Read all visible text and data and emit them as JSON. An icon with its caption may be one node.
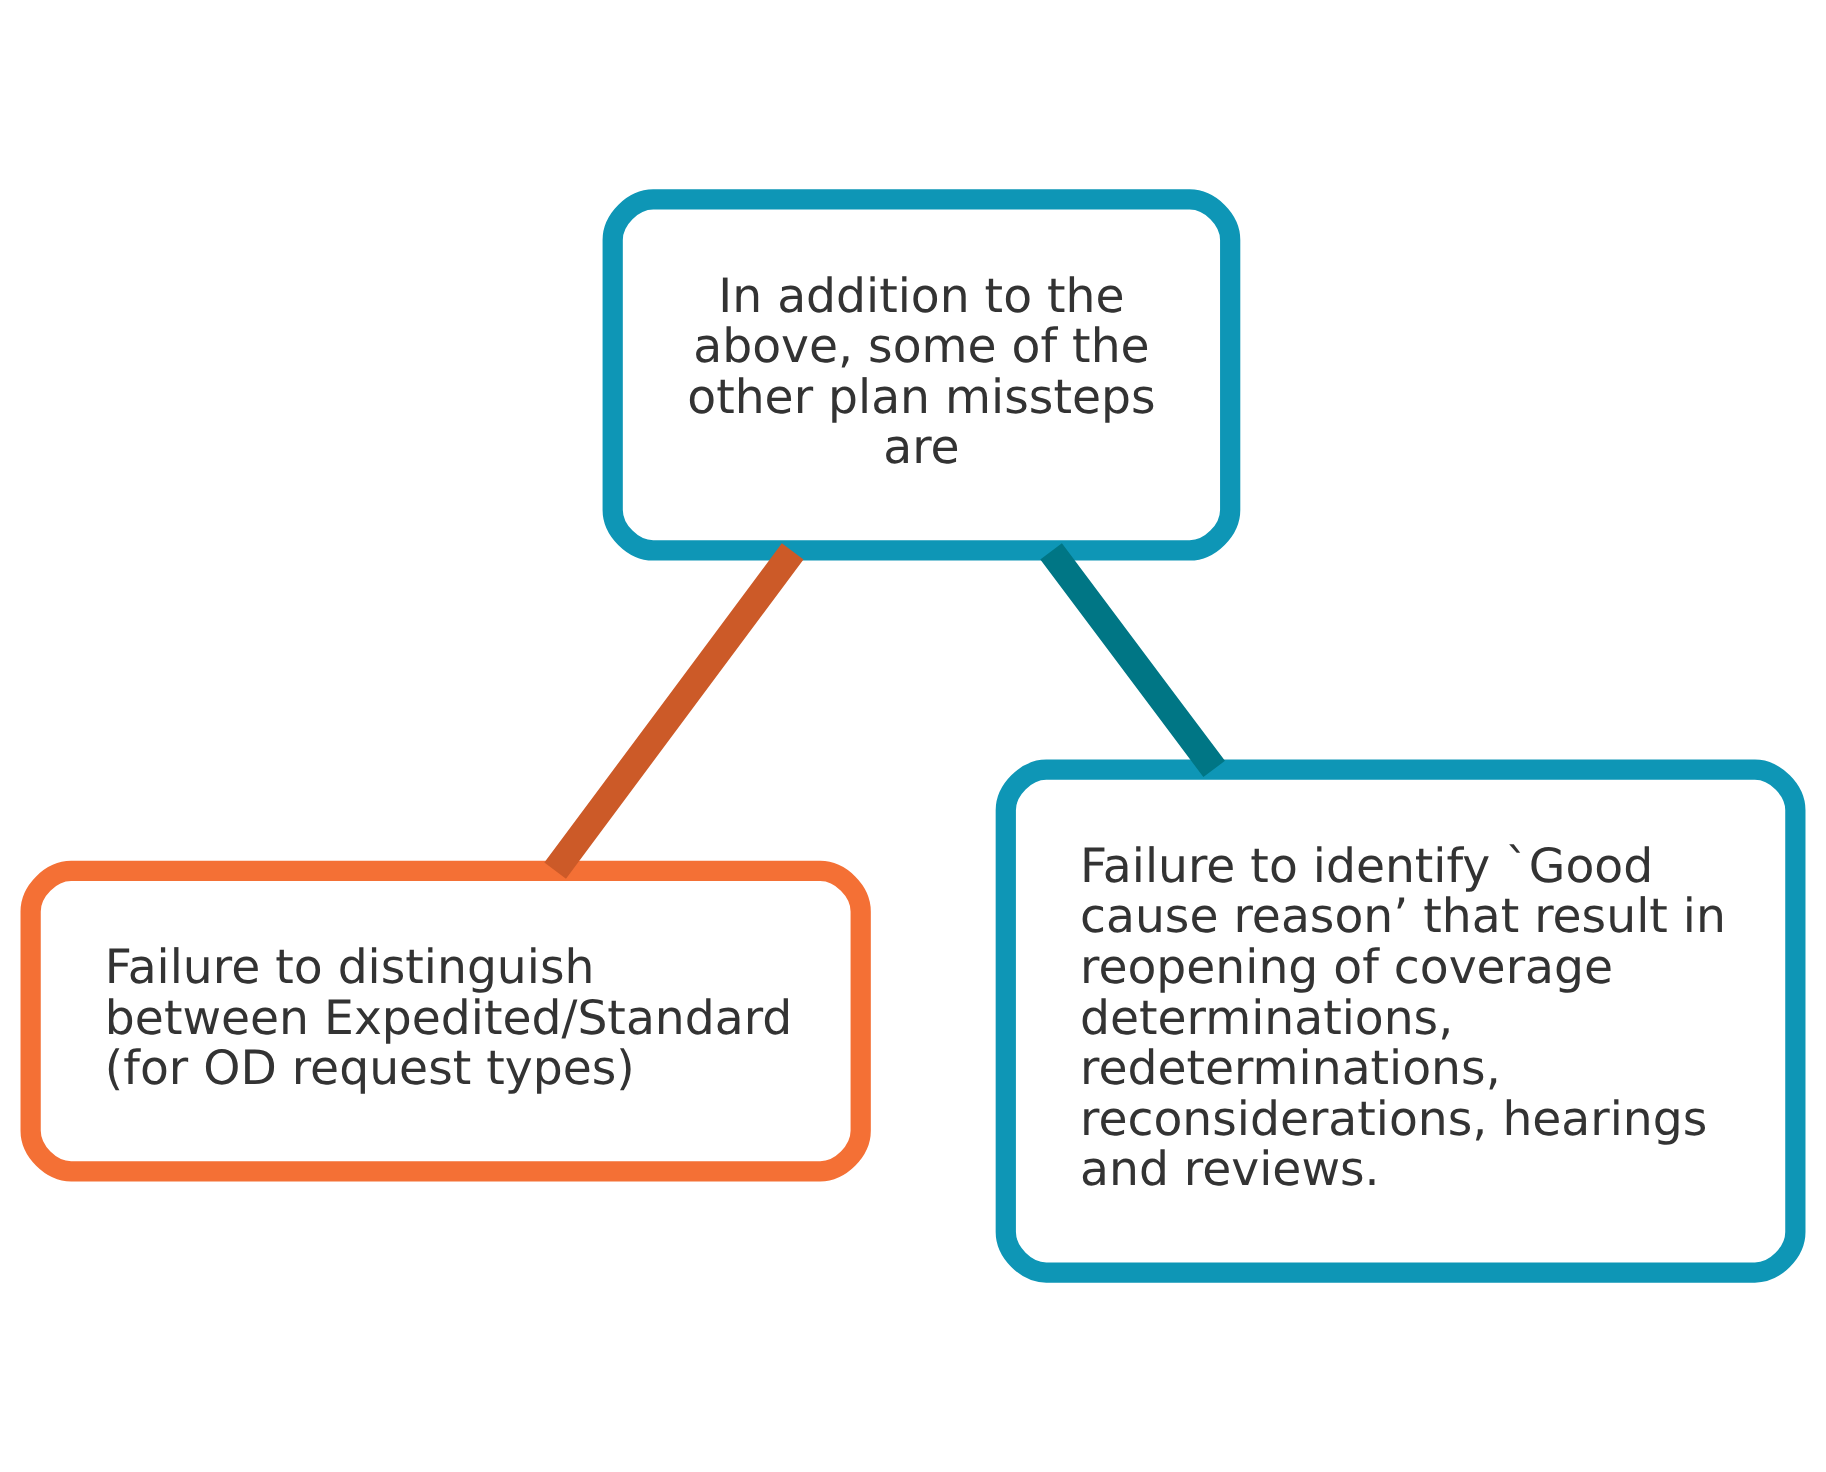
{
  "diagram": {
    "nodes": [
      {
        "text": [
          "In addition to the above, some of the other plan missteps are"
        ]
      },
      {
        "text": [
          "Failure to distinguish between Expedited/Standard (for OD request types)"
        ]
      },
      {
        "text": [
          "Failure to identify `Good cause reason’ that result in reopening of coverage determinations, redeterminations, reconsiderations, hearings and reviews."
        ]
      }
    ],
    "edges": [
      {
        "from": 0,
        "to": 1,
        "arrow": "none",
        "color": "#cc5a28"
      },
      {
        "from": 0,
        "to": 2,
        "arrow": "none",
        "color": "#007685"
      }
    ]
  }
}
